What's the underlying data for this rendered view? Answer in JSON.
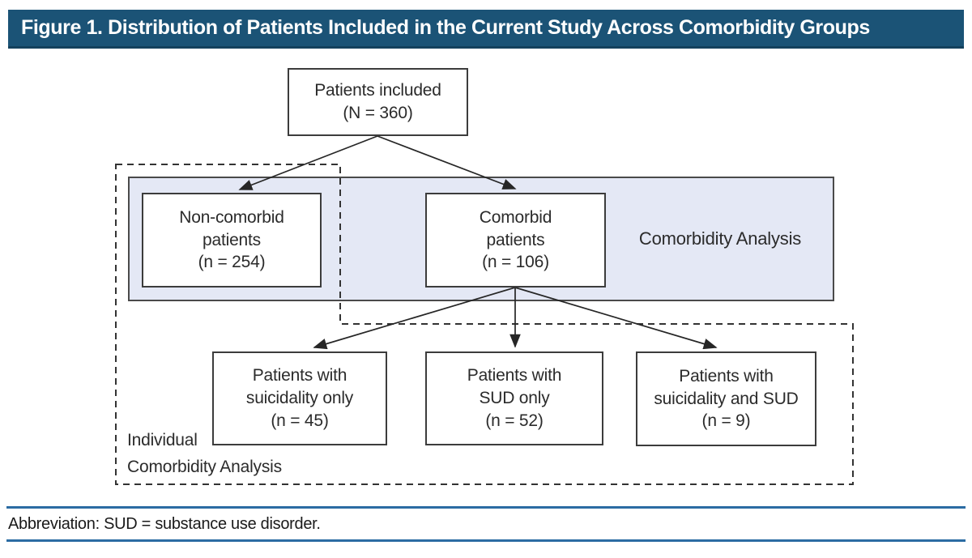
{
  "title": "Figure 1. Distribution of Patients Included in the Current Study Across Comorbidity Groups",
  "diagram": {
    "nodes": {
      "root": "Patients included\n(N = 360)",
      "non_comorbid": "Non-comorbid\npatients\n(n = 254)",
      "comorbid": "Comorbid\npatients\n(n = 106)",
      "suicidality_only": "Patients with\nsuicidality only\n(n = 45)",
      "sud_only": "Patients with\nSUD only\n(n = 52)",
      "suicidality_and_sud": "Patients with\nsuicidality and SUD\n(n = 9)"
    },
    "regions": {
      "comorbidity_analysis_label": "Comorbidity Analysis",
      "individual_comorbidity_analysis_label": "Individual\nComorbidity Analysis"
    }
  },
  "footer": {
    "abbreviation": "Abbreviation: SUD = substance use disorder."
  },
  "colors": {
    "title_bar": "#1B5376",
    "shaded_region": "#E4E8F5",
    "footer_rule": "#2B6CA3",
    "box_border": "#3C3C3C",
    "text": "#2B2B2B"
  }
}
